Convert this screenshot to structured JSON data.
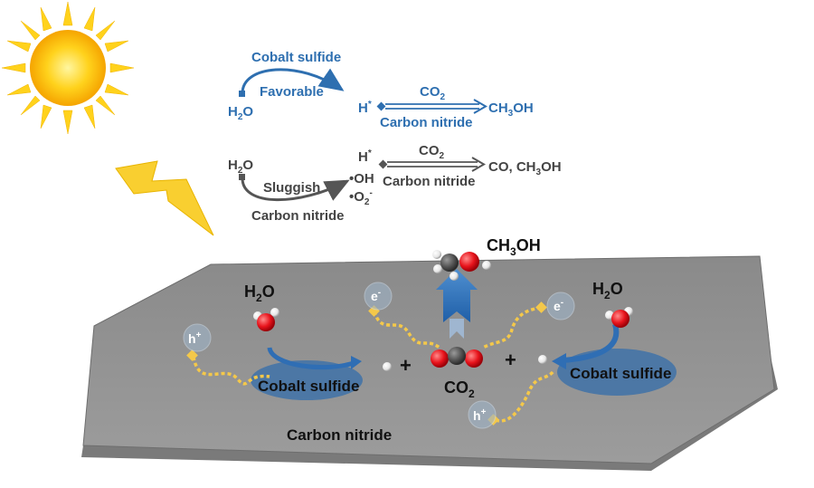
{
  "favorable_path": {
    "catalyst": "Cobalt sulfide",
    "rate": "Favorable",
    "reactant_main": "H",
    "reactant_sub": "2",
    "reactant_tail": "O",
    "intermediate_main": "H",
    "intermediate_sup": "*",
    "gas_main": "CO",
    "gas_sub": "2",
    "support": "Carbon nitride",
    "product_a": "CH",
    "product_sub": "3",
    "product_b": "OH"
  },
  "sluggish_path": {
    "reactant_main": "H",
    "reactant_sub": "2",
    "reactant_tail": "O",
    "rate": "Sluggish",
    "support_bottom": "Carbon nitride",
    "radical_h_main": "H",
    "radical_h_sup": "*",
    "radical_oh": "•OH",
    "radical_o2_main": "•O",
    "radical_o2_sub": "2",
    "radical_o2_sup": "-",
    "gas_main": "CO",
    "gas_sub": "2",
    "support": "Carbon nitride",
    "products_a": "CO, CH",
    "products_sub": "3",
    "products_b": "OH"
  },
  "surface": {
    "water_left_main": "H",
    "water_left_sub": "2",
    "water_left_tail": "O",
    "water_right_main": "H",
    "water_right_sub": "2",
    "water_right_tail": "O",
    "product_a": "CH",
    "product_sub": "3",
    "product_b": "OH",
    "co2_main": "CO",
    "co2_sub": "2",
    "plus_left": "+",
    "plus_right": "+",
    "catalyst_left": "Cobalt sulfide",
    "catalyst_right": "Cobalt sulfide",
    "support_label": "Carbon nitride",
    "hole_left_main": "h",
    "hole_left_sup": "+",
    "hole_right_main": "h",
    "hole_right_sup": "+",
    "electron_left_main": "e",
    "electron_left_sup": "-",
    "electron_right_main": "e",
    "electron_right_sup": "-"
  },
  "colors": {
    "blue": "#2e6fb0",
    "grey_path": "#555555",
    "plate": "#8f8f8f",
    "oxygen": "#e8141c",
    "carbon": "#555555",
    "carrier": "#f4c84a"
  },
  "icons": [
    "sun-icon",
    "lightning-icon"
  ]
}
